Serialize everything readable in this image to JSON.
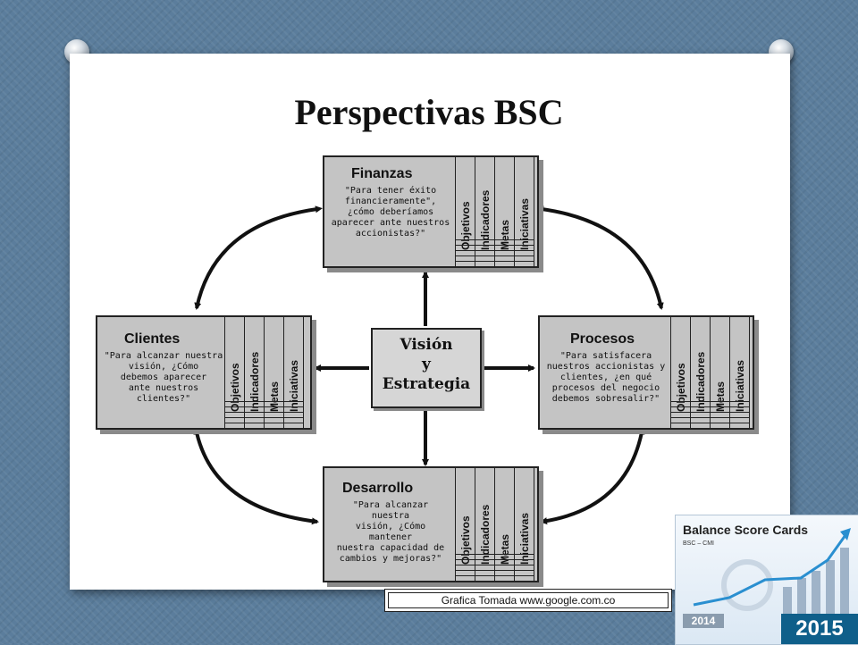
{
  "slide": {
    "title": "Perspectivas BSC",
    "caption": "Grafica Tomada www.google.com.co"
  },
  "diagram": {
    "center": {
      "line1": "Visión",
      "line2": "y",
      "line3": "Estrategia"
    },
    "columns": [
      "Objetivos",
      "Indicadores",
      "Metas",
      "Iniciativas"
    ],
    "perspectives": {
      "finanzas": {
        "title": "Finanzas",
        "desc": [
          "\"Para tener éxito",
          "financieramente\",",
          "¿cómo deberíamos",
          "aparecer ante nuestros",
          "accionistas?\""
        ]
      },
      "clientes": {
        "title": "Clientes",
        "desc": [
          "\"Para alcanzar nuestra",
          "visión, ¿Cómo",
          "debemos aparecer",
          "ante nuestros",
          "clientes?\""
        ]
      },
      "procesos": {
        "title": "Procesos",
        "desc": [
          "\"Para satisfacera",
          "nuestros accionistas y",
          "clientes, ¿en qué",
          "procesos del negocio",
          "debemos sobresalir?\""
        ]
      },
      "desarrollo": {
        "title": "Desarrollo",
        "desc": [
          "\"Para alcanzar",
          "nuestra",
          "visión, ¿Cómo",
          "mantener",
          "nuestra capacidad de",
          "cambios y mejoras?\""
        ]
      }
    }
  },
  "thumbnail": {
    "title": "Balance Score Cards",
    "subtitle": "BSC – CMI",
    "year_old": "2014",
    "year_new": "2015"
  }
}
